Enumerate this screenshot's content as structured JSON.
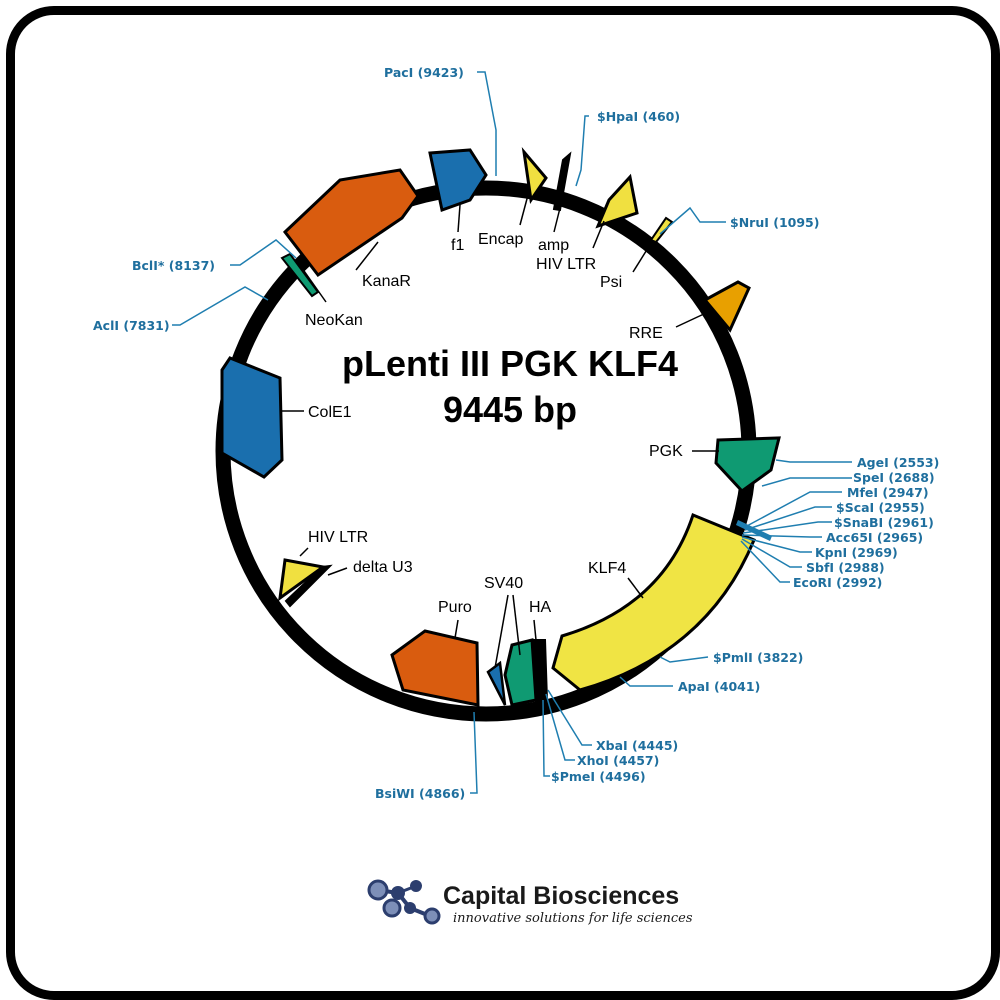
{
  "plasmid": {
    "name": "pLenti III PGK KLF4",
    "size_label": "9445 bp",
    "total_bp": 9445
  },
  "features": [
    {
      "id": "f1",
      "label": "f1",
      "color": "#1a6fae"
    },
    {
      "id": "encap",
      "label": "Encap",
      "color": "#f0e040"
    },
    {
      "id": "amp",
      "label": "amp",
      "color": "#f0e040"
    },
    {
      "id": "hiv-ltr-top",
      "label": "HIV LTR",
      "color": "#f0e040"
    },
    {
      "id": "psi",
      "label": "Psi",
      "color": "#f0e040"
    },
    {
      "id": "rre",
      "label": "RRE",
      "color": "#e8a000"
    },
    {
      "id": "pgk",
      "label": "PGK",
      "color": "#0f9a72"
    },
    {
      "id": "klf4",
      "label": "KLF4",
      "color": "#f0e444"
    },
    {
      "id": "ha",
      "label": "HA",
      "color": "#0f9a72"
    },
    {
      "id": "sv40",
      "label": "SV40",
      "color": "#1a6fae"
    },
    {
      "id": "puro",
      "label": "Puro",
      "color": "#d95c0f"
    },
    {
      "id": "delta-u3",
      "label": "delta U3",
      "color": "#f0e040"
    },
    {
      "id": "hiv-ltr-bottom",
      "label": "HIV LTR",
      "color": "#f0e040"
    },
    {
      "id": "cole1",
      "label": "ColE1",
      "color": "#1a6fae"
    },
    {
      "id": "neokan",
      "label": "NeoKan",
      "color": "#0f9a72"
    },
    {
      "id": "kanar",
      "label": "KanaR",
      "color": "#d95c0f"
    }
  ],
  "sites": [
    {
      "id": "paci",
      "label": "PacI (9423)"
    },
    {
      "id": "hpai",
      "label": "$HpaI (460)"
    },
    {
      "id": "nrui",
      "label": "$NruI (1095)"
    },
    {
      "id": "agei",
      "label": "AgeI (2553)"
    },
    {
      "id": "spei",
      "label": "SpeI (2688)"
    },
    {
      "id": "mfei",
      "label": "MfeI (2947)"
    },
    {
      "id": "scai",
      "label": "$ScaI (2955)"
    },
    {
      "id": "snabi",
      "label": "$SnaBI (2961)"
    },
    {
      "id": "acc65i",
      "label": "Acc65I (2965)"
    },
    {
      "id": "kpni",
      "label": "KpnI (2969)"
    },
    {
      "id": "sbfi",
      "label": "SbfI (2988)"
    },
    {
      "id": "ecori",
      "label": "EcoRI (2992)"
    },
    {
      "id": "pmli",
      "label": "$PmlI (3822)"
    },
    {
      "id": "apai",
      "label": "ApaI (4041)"
    },
    {
      "id": "xbai",
      "label": "XbaI (4445)"
    },
    {
      "id": "xhoi",
      "label": "XhoI (4457)"
    },
    {
      "id": "pmei",
      "label": "$PmeI (4496)"
    },
    {
      "id": "bsiwi",
      "label": "BsiWI (4866)"
    },
    {
      "id": "acli",
      "label": "AclI (7831)"
    },
    {
      "id": "bcli",
      "label": "BclI* (8137)"
    }
  ],
  "logo": {
    "company": "Capital Biosciences",
    "tagline": "innovative solutions for life sciences",
    "colors": {
      "dark": "#2c3e6e",
      "light": "#7d8fb8"
    }
  }
}
